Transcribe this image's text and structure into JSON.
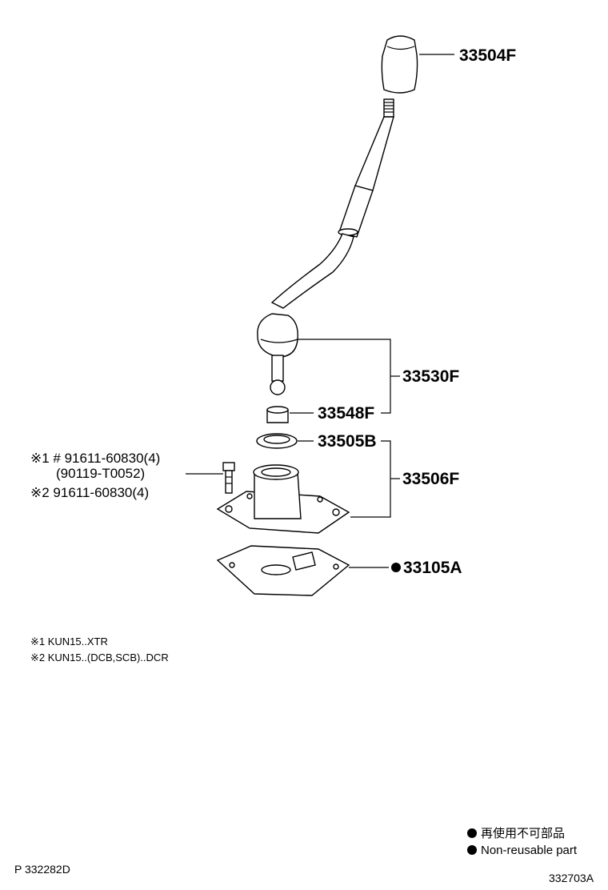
{
  "parts": {
    "knob": "33504F",
    "lever": "33530F",
    "bushing": "33548F",
    "seal": "33505B",
    "retainer": "33506F",
    "gasket": "33105A"
  },
  "bolt_callouts": {
    "line1": "※1 #  91611-60830(4)",
    "line2": "(90119-T0052)",
    "line3": "※2  91611-60830(4)"
  },
  "notes": [
    "※1 KUN15..XTR",
    "※2 KUN15..(DCB,SCB)..DCR"
  ],
  "legend": {
    "japanese": "再使用不可部品",
    "english": "Non-reusable part"
  },
  "codes": {
    "page_ref": "P 332282D",
    "figure_ref": "332703A"
  },
  "colors": {
    "ink": "#000000",
    "background": "#ffffff"
  }
}
